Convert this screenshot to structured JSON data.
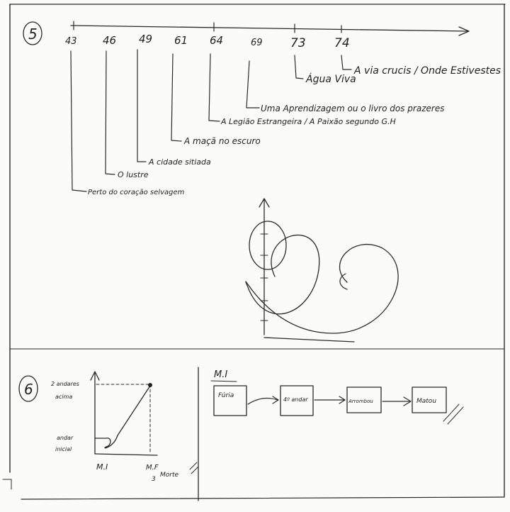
{
  "section5": {
    "number": "5",
    "timeline_years": [
      "43",
      "46",
      "49",
      "61",
      "64",
      "69",
      "73",
      "74"
    ],
    "works": [
      "Perto do coração selvagem",
      "O lustre",
      "A cidade sitiada",
      "A maçã no escuro",
      "A Legião Estrangeira / A Paixão segundo G.H",
      "Uma Aprendizagem ou o livro dos prazeres",
      "Água Viva",
      "A via crucis / Onde Estivestes"
    ]
  },
  "section6": {
    "number": "6",
    "graph": {
      "y_top_label": [
        "2 andares",
        "acima"
      ],
      "y_bottom_label": [
        "andar",
        "inicial"
      ],
      "x_left_label": "M.I",
      "x_right_label": [
        "M.F",
        "3",
        "Morte"
      ]
    },
    "flow": {
      "heading": "M.I",
      "steps": [
        "Fúria",
        "4º andar",
        "Arrombou",
        "Matou"
      ]
    }
  }
}
